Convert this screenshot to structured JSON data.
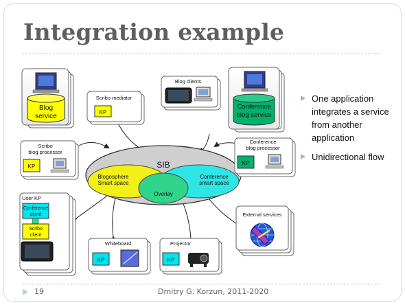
{
  "slide": {
    "title": "Integration example",
    "page_number": "19",
    "author": "Dmitry G. Korzun, 2011-2020"
  },
  "bullets": [
    "One application integrates a service from another application",
    "Unidirectional flow"
  ],
  "diagram": {
    "sib_label": "SIB",
    "space_left": [
      "Blogosphere",
      "Smart space"
    ],
    "space_right": [
      "Conference",
      "smart space"
    ],
    "overlay_label": "Overlay",
    "kp_label": "KP",
    "blog_service": [
      "Blog",
      "service"
    ],
    "conf_blog_service": [
      "Conference",
      "blog service"
    ],
    "scribo_mediator": "Scribo mediator",
    "blog_clients": "Blog clients",
    "scribo_processor": [
      "Scribo",
      "blog processor"
    ],
    "conf_processor": [
      "Conference",
      "blog processor"
    ],
    "user_kp": "User KP",
    "conference_client": [
      "Conference",
      "client"
    ],
    "scribo_client": [
      "Scribo",
      "client"
    ],
    "external_services": "External services",
    "whiteboard": "Whiteboard",
    "projector": "Projector"
  },
  "colors": {
    "title": "#5f5f5f",
    "kp_yellow": "#ffff00",
    "kp_cyan": "#00e5ee",
    "kp_green": "#00b26b",
    "blogosphere": "#f3f017",
    "conference_space": "#2fe6e6",
    "overlay": "#2fd58a",
    "sib": "#d0d0d0"
  }
}
